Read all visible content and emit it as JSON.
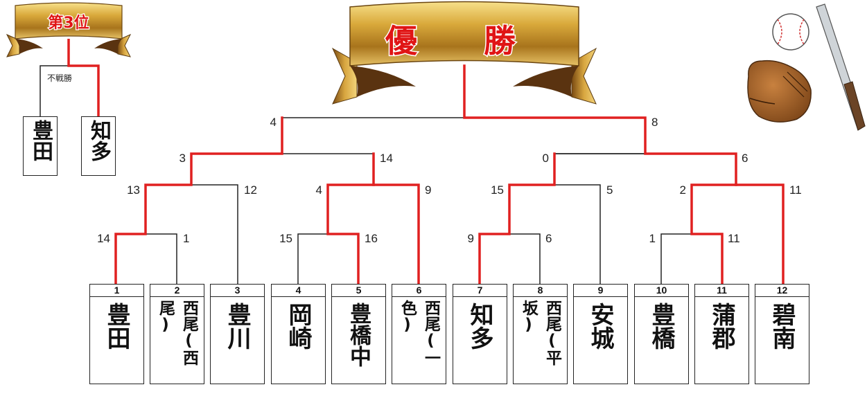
{
  "champion_banner": {
    "label": "優 勝"
  },
  "third_place": {
    "banner": "第3位",
    "walkover": "不戦勝",
    "teams": [
      "豊田",
      "知多"
    ]
  },
  "teams": [
    {
      "num": "1",
      "name": "豊田"
    },
    {
      "num": "2",
      "name": "西尾(西尾)"
    },
    {
      "num": "3",
      "name": "豊川"
    },
    {
      "num": "4",
      "name": "岡崎"
    },
    {
      "num": "5",
      "name": "豊橋中"
    },
    {
      "num": "6",
      "name": "西尾(一色)"
    },
    {
      "num": "7",
      "name": "知多"
    },
    {
      "num": "8",
      "name": "西尾(平坂)"
    },
    {
      "num": "9",
      "name": "安城"
    },
    {
      "num": "10",
      "name": "豊橋"
    },
    {
      "num": "11",
      "name": "蒲郡"
    },
    {
      "num": "12",
      "name": "碧南"
    }
  ],
  "scores": {
    "r1_m1": [
      "14",
      "1"
    ],
    "r1_m2": [
      "15",
      "16"
    ],
    "r1_m3": [
      "9",
      "6"
    ],
    "r1_m4": [
      "1",
      "11"
    ],
    "r2_m1": [
      "13",
      "12"
    ],
    "r2_m2": [
      "4",
      "9"
    ],
    "r2_m3": [
      "15",
      "5"
    ],
    "r2_m4": [
      "2",
      "11"
    ],
    "semi_1": [
      "3",
      "14"
    ],
    "semi_2": [
      "0",
      "6"
    ],
    "final": [
      "4",
      "8"
    ]
  },
  "colors": {
    "win_line": "#e02020",
    "lose_line": "#222222",
    "gold": "#c99a2e"
  },
  "icons": [
    "baseball-icon",
    "glove-icon",
    "bat-icon"
  ]
}
